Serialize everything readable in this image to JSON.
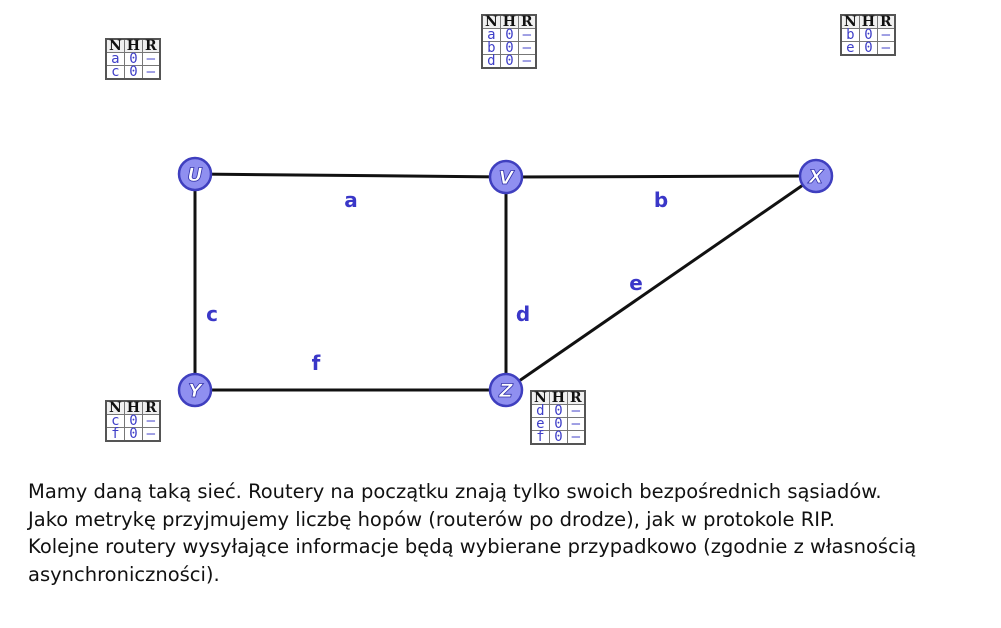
{
  "nodes": [
    {
      "id": "U",
      "label": "U"
    },
    {
      "id": "V",
      "label": "V"
    },
    {
      "id": "X",
      "label": "X"
    },
    {
      "id": "Y",
      "label": "Y"
    },
    {
      "id": "Z",
      "label": "Z"
    }
  ],
  "edges": [
    {
      "label": "a",
      "from": "U",
      "to": "V"
    },
    {
      "label": "b",
      "from": "V",
      "to": "X"
    },
    {
      "label": "c",
      "from": "U",
      "to": "Y"
    },
    {
      "label": "d",
      "from": "V",
      "to": "Z"
    },
    {
      "label": "e",
      "from": "X",
      "to": "Z"
    },
    {
      "label": "f",
      "from": "Y",
      "to": "Z"
    }
  ],
  "table_header": [
    "N",
    "H",
    "R"
  ],
  "tables": {
    "U": [
      [
        "a",
        "0",
        "–"
      ],
      [
        "c",
        "0",
        "–"
      ]
    ],
    "V": [
      [
        "a",
        "0",
        "–"
      ],
      [
        "b",
        "0",
        "–"
      ],
      [
        "d",
        "0",
        "–"
      ]
    ],
    "X": [
      [
        "b",
        "0",
        "–"
      ],
      [
        "e",
        "0",
        "–"
      ]
    ],
    "Y": [
      [
        "c",
        "0",
        "–"
      ],
      [
        "f",
        "0",
        "–"
      ]
    ],
    "Z": [
      [
        "d",
        "0",
        "–"
      ],
      [
        "e",
        "0",
        "–"
      ],
      [
        "f",
        "0",
        "–"
      ]
    ]
  },
  "caption": [
    "Mamy daną taką sieć. Routery na początku znają tylko swoich bezpośrednich sąsiadów.",
    "Jako metrykę przyjmujemy liczbę hopów (routerów po drodze), jak w protokole RIP.",
    "Kolejne routery wysyłające informacje będą wybierane przypadkowo (zgodnie z własnością asynchroniczności)."
  ],
  "colors": {
    "node_fill": "#8f8ff0",
    "node_stroke": "#3f3fbf",
    "edge_label": "#3a37c8",
    "table_text": "#3f3fc8"
  }
}
